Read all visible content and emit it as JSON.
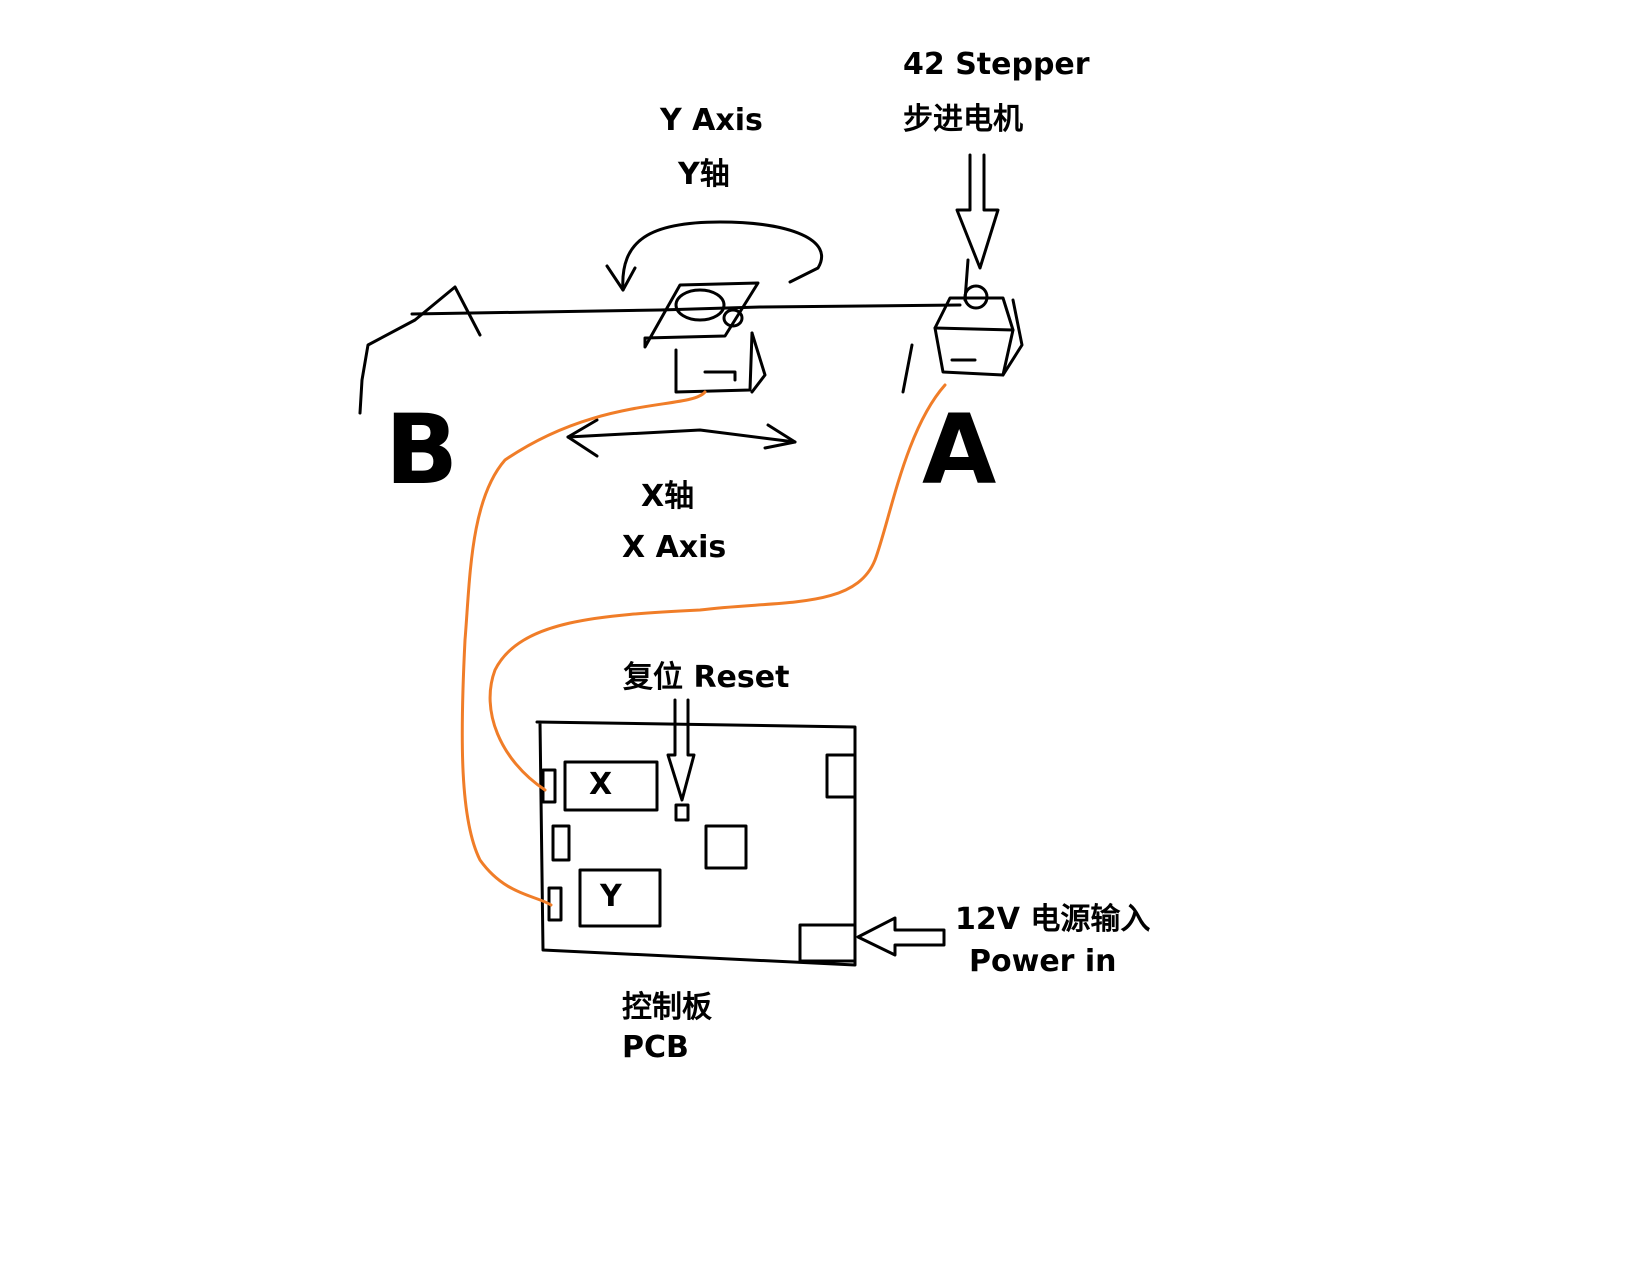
{
  "labels": {
    "motor_en": "42 Stepper",
    "motor_zh": "步进电机",
    "y_axis_en": "Y Axis",
    "y_axis_zh": "Y轴",
    "x_axis_zh": "X轴",
    "x_axis_en": "X Axis",
    "point_b": "B",
    "point_a": "A",
    "reset": "复位 Reset",
    "port_x": "X",
    "port_y": "Y",
    "power_zh": "12V 电源输入",
    "power_en": "Power in",
    "pcb_zh": "控制板",
    "pcb_en": "PCB"
  },
  "colors": {
    "ink": "#000000",
    "wire": "#f07d28"
  }
}
